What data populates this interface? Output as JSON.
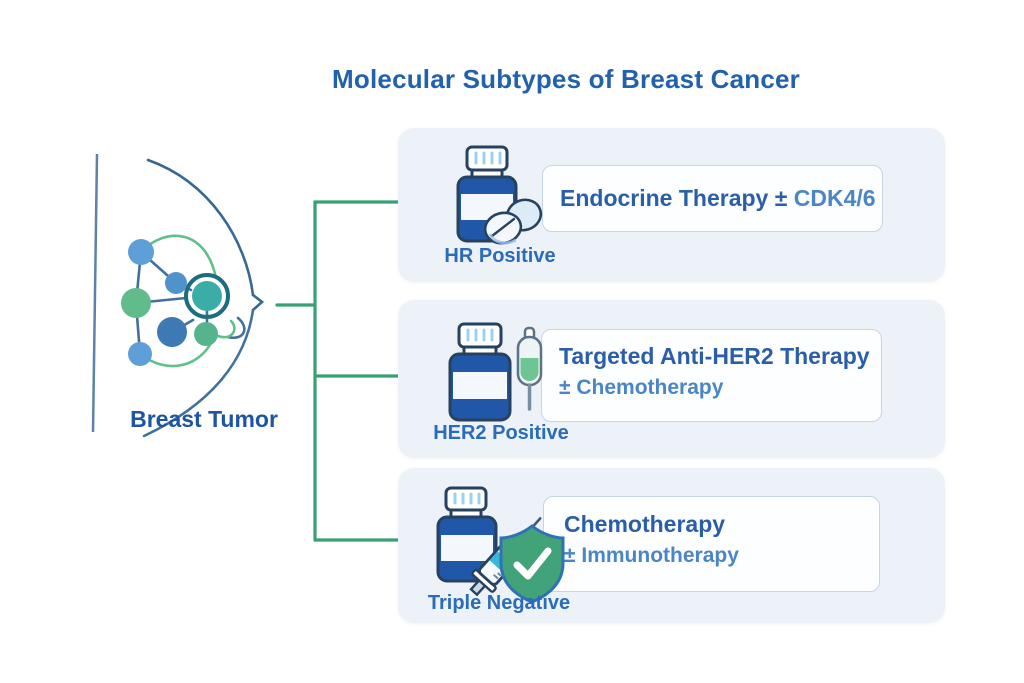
{
  "title": "Molecular Subtypes of Breast Cancer",
  "source": {
    "label": "Breast Tumor"
  },
  "branches": [
    {
      "subtype": "HR Positive",
      "therapy_primary": "Endocrine Therapy ±",
      "therapy_secondary": "CDK4/6",
      "therapy_layout": "inline",
      "icons": [
        "pill-bottle-icon",
        "pills-icon"
      ]
    },
    {
      "subtype": "HER2 Positive",
      "therapy_primary": "Targeted Anti-HER2 Therapy",
      "therapy_secondary": "± Chemotherapy",
      "therapy_layout": "stacked",
      "icons": [
        "pill-bottle-icon",
        "iv-vial-icon"
      ]
    },
    {
      "subtype": "Triple Negative",
      "therapy_primary": "Chemotherapy",
      "therapy_secondary": "± Immunotherapy",
      "therapy_layout": "stacked",
      "icons": [
        "pill-bottle-icon",
        "syringe-icon",
        "shield-check-icon"
      ]
    }
  ],
  "colors": {
    "title_text": "#2161ae",
    "subtype_label_text": "#2a6cb8",
    "therapy_primary_text": "#2a5ea9",
    "therapy_secondary_text": "#4a86c6",
    "arrow_green": "#38a173",
    "card_background": "#edf1f8",
    "therapy_box_background": "#fdfeff",
    "therapy_box_border": "#c5d3ed",
    "bottle_body_blue": "#2157a8",
    "vial_liquid_green": "#6ec492",
    "shield_green": "#41a377",
    "shield_border_blue": "#2f72b5",
    "syringe_band_cyan": "#35b8dc",
    "node_blue": "#5f9fd8",
    "node_green": "#62bb8b",
    "node_teal": "#3aada6",
    "node_dark_blue": "#3d7ab5",
    "breast_outline": "#38678f"
  }
}
